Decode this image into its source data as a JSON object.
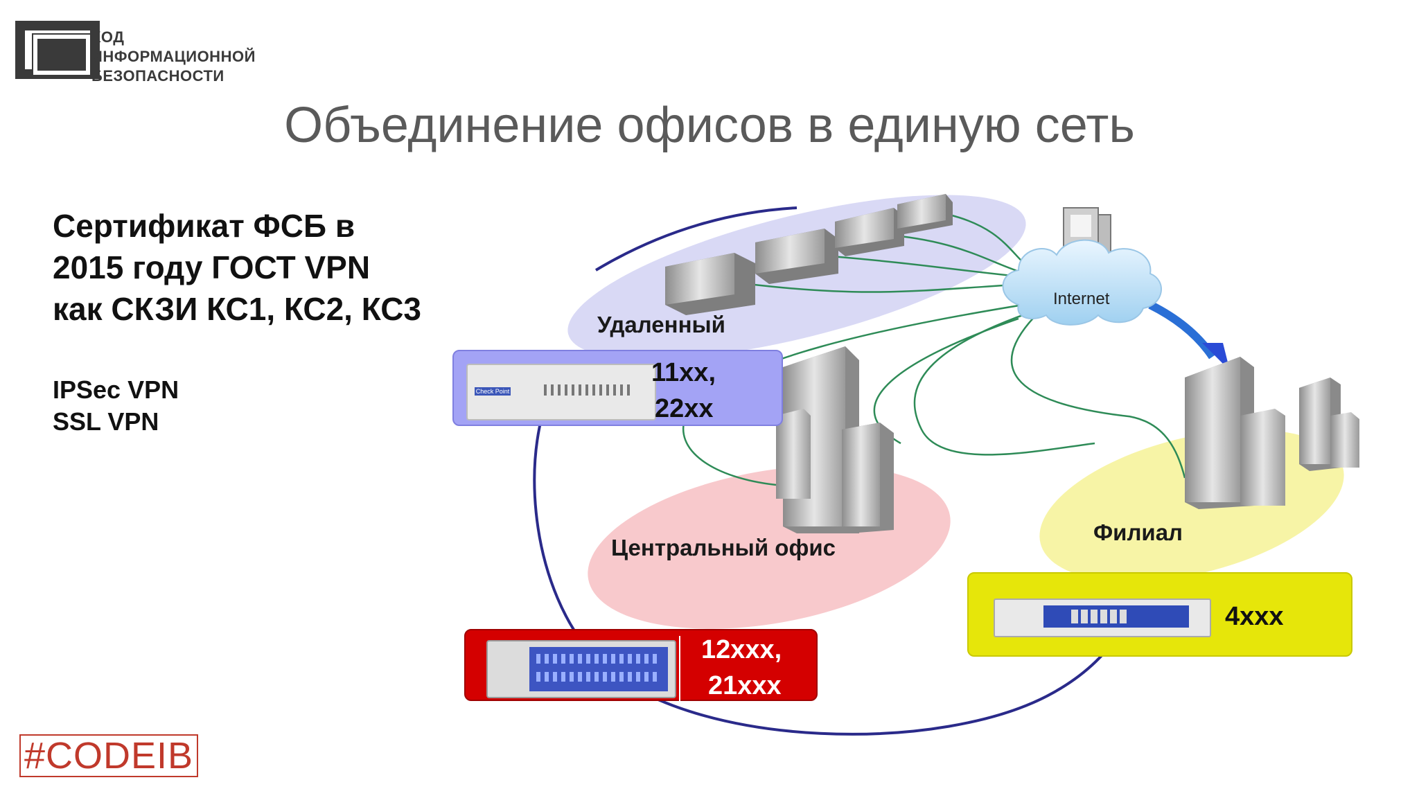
{
  "logo": {
    "lines": [
      "КОД",
      "ИНФОРМАЦИОННОЙ",
      "БЕЗОПАСНОСТИ"
    ]
  },
  "slide": {
    "title": "Объединение офисов в единую сеть"
  },
  "certification": {
    "lines": [
      "Сертификат ФСБ в",
      "2015 году ГОСТ VPN",
      "как СКЗИ КС1, КС2, КС3"
    ]
  },
  "protocols": [
    "IPSec VPN",
    "SSL VPN"
  ],
  "diagram": {
    "internet_label": "Internet",
    "remote_office_label": "Удаленный",
    "central_office_label": "Центральный офис",
    "branch_label": "Филиал",
    "remote_models": [
      "11xx,",
      "22xx"
    ],
    "central_models": [
      "12xxx,",
      "21xxx"
    ],
    "branch_model": "4xxx",
    "brand_label": "Check Point",
    "colors": {
      "remote_zone": "#d9d9f5",
      "central_zone": "#f8c9cc",
      "branch_zone": "#f7f4a6",
      "remote_box": "#a3a3f5",
      "central_box": "#d40000",
      "branch_box": "#e6e60a",
      "ring": "#2a2a8a",
      "links": "#2e8b57"
    }
  },
  "footer": {
    "hashtag": "#CODEIB"
  }
}
